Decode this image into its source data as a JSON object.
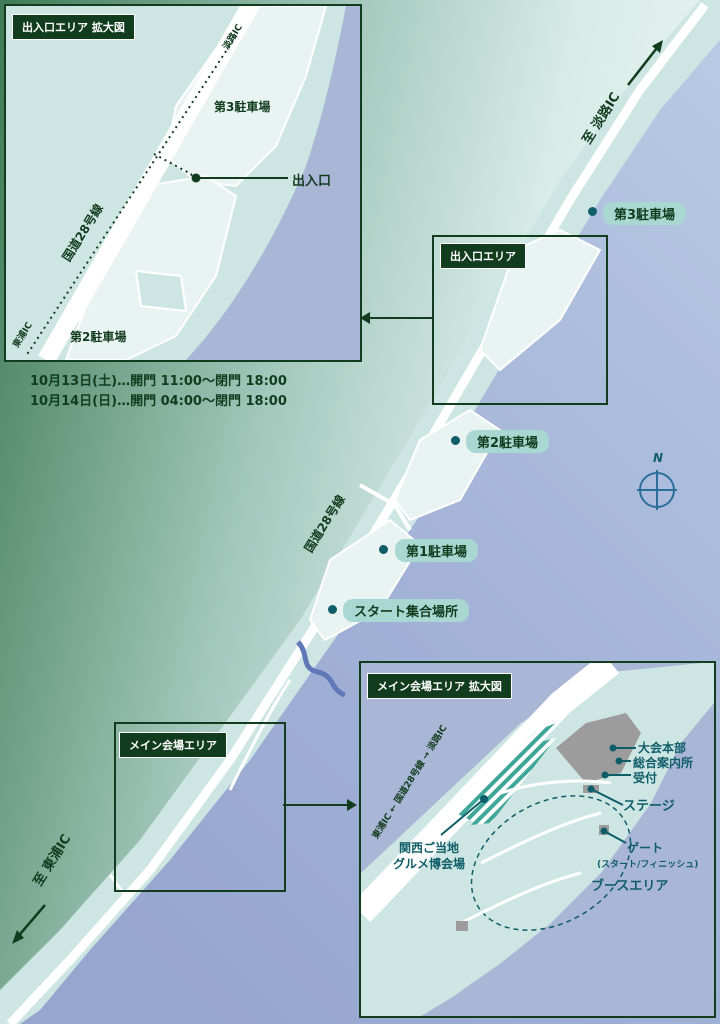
{
  "colors": {
    "dark_green": "#123c1e",
    "teal": "#0f5d68",
    "sea": "#a9b6d6",
    "land": "#cde6e3",
    "road": "#ffffff",
    "pill": "#a9d8d3"
  },
  "main_map": {
    "road_label": "国道28号線",
    "north_label": "至 淡路IC",
    "south_label": "至 東浦IC",
    "compass_label": "N",
    "parking_3": "第3駐車場",
    "parking_2": "第2駐車場",
    "parking_1": "第1駐車場",
    "start_area": "スタート集合場所",
    "entrance_area_label": "出入口エリア",
    "main_venue_label": "メイン会場エリア"
  },
  "entrance_inset": {
    "title": "出入口エリア 拡大図",
    "parking_3": "第3駐車場",
    "parking_2": "第2駐車場",
    "entrance": "出入口",
    "road": "国道28号線",
    "to_awaji": "淡路IC",
    "to_higashiura": "東浦IC"
  },
  "hours": {
    "line1": "10月13日(土)…開門 11:00～閉門 18:00",
    "line2": "10月14日(日)…開門 04:00～閉門 18:00"
  },
  "venue_inset": {
    "title": "メイン会場エリア 拡大図",
    "road_sign": "東浦IC ← 国道28号線 → 淡路IC",
    "hq": "大会本部",
    "info": "総合案内所",
    "reception": "受付",
    "stage": "ステージ",
    "gate": "ゲート",
    "gate_sub": "(スタート/フィニッシュ)",
    "booth": "ブースエリア",
    "gourmet_1": "関西ご当地",
    "gourmet_2": "グルメ博会場"
  }
}
